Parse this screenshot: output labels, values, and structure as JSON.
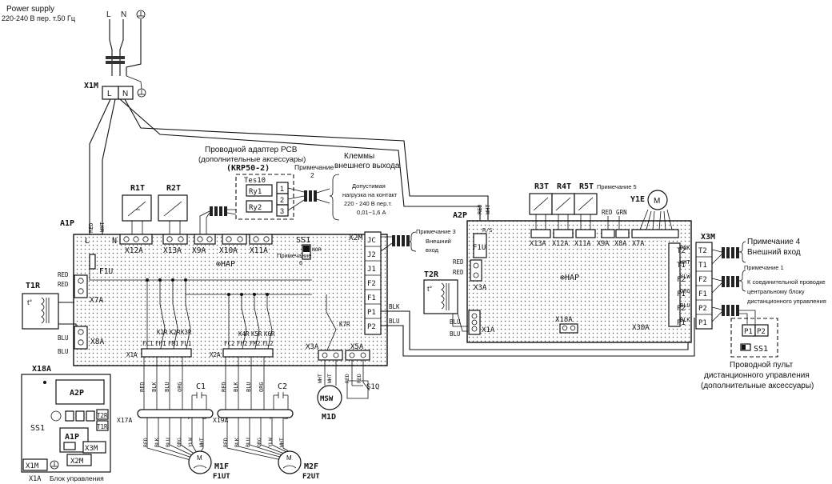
{
  "power": {
    "title_line1": "Power supply",
    "title_line2": "220-240 В пер. т.50 Гц",
    "phase_L": "L",
    "phase_N": "N",
    "x1m": "X1M"
  },
  "adapter": {
    "title_line1": "Проводной адаптер PCB",
    "title_line2": "(дополнительные аксессуары)",
    "model": "(KRP50-2)",
    "tes10": "Tes10",
    "ry1": "Ry1",
    "ry2": "Ry2",
    "pins": [
      "1",
      "2",
      "3"
    ],
    "note2_line1": "Примечание",
    "note2_line2": "2"
  },
  "output_terminals": {
    "title_line1": "Клеммы",
    "title_line2": "внешнего выхода",
    "load_line1": "Допустимая",
    "load_line2": "нагрузка на контакт",
    "load_line3": "220 - 240 В пер.т.",
    "load_line4": "0,01~1,6 А"
  },
  "a1p": {
    "label": "A1P",
    "hap": "⊗HAP",
    "fuse": "F1U",
    "connectors": [
      "X12A",
      "X13A",
      "X9A",
      "X10A",
      "X11A"
    ],
    "sensors": [
      "R1T",
      "R2T"
    ],
    "ss1": "SS1",
    "nor": "NOR",
    "note_switch": "Примечание",
    "note_switch_num": "6",
    "x2m": "X2M",
    "terminals": [
      "JC",
      "J2",
      "J1",
      "F2",
      "F1",
      "P1",
      "P2"
    ],
    "note3_line1": "Примечание 3",
    "note3_line2": "Внешний",
    "note3_line3": "вход",
    "x7a": "X7A",
    "x8a": "X8A",
    "x1a": "X1A",
    "x2a": "X2A",
    "x3a": "X3A",
    "x5a": "X5A",
    "x7r": "K7R",
    "relays_left": [
      "K1R",
      "K2R",
      "K3R"
    ],
    "relays_right": [
      "K4R",
      "K5R",
      "K6R"
    ],
    "pins_left": [
      "FC1",
      "FH1",
      "FM1",
      "FL1"
    ],
    "pins_right": [
      "FC2",
      "FH2",
      "FM2",
      "FL2"
    ],
    "wire_L": "L",
    "wire_N": "N",
    "red": "RED",
    "wht": "WHT",
    "blk": "BLK",
    "blu": "BLU",
    "org": "ORG",
    "ylw": "YLW"
  },
  "t1r": {
    "label": "T1R",
    "symbol": "t°"
  },
  "t2r": {
    "label": "T2R",
    "symbol": "t°"
  },
  "a2p": {
    "label": "A2P",
    "hap": "⊗HAP",
    "fuse": "F1U",
    "rs": "R/S",
    "sensors": [
      "R3T",
      "R4T",
      "R5T"
    ],
    "note5": "Примечание 5",
    "connectors": [
      "X13A",
      "X12A",
      "X11A",
      "X9A",
      "X8A",
      "X7A"
    ],
    "x3a": "X3A",
    "x1a": "X1A",
    "x18a": "X18A",
    "x30a": "X30A",
    "y1e": "Y1E",
    "m": "M",
    "red_grn": "RED GRN",
    "side_terms": [
      "T2",
      "T1",
      "F2",
      "F1",
      "P2",
      "P1"
    ],
    "side_colors": [
      "PNK",
      "WHT",
      "YLW",
      "ORG",
      "BLU",
      "BLK"
    ]
  },
  "x3m": {
    "label": "X3M",
    "terms": [
      "T2",
      "T1",
      "F2",
      "F1",
      "P2",
      "P1"
    ],
    "note4_line1": "Примечание 4",
    "note4_line2": "Внешний вход",
    "note1_line1": "Примечание 1",
    "note1_line2": "К соединительной проводке",
    "note1_line3": "центральному блоку",
    "note1_line4": "дистанционного управления"
  },
  "remote": {
    "p1": "P1",
    "p2": "P2",
    "ss1": "SS1",
    "title_line1": "Проводной пульт",
    "title_line2": "дистанционного управления",
    "title_line3": "(дополнительные аксессуары)"
  },
  "motors": {
    "c1": "C1",
    "c2": "C2",
    "x17a": "X17A",
    "x19a": "X19A",
    "m1f": "M1F",
    "f1ut": "F1UT",
    "m2f": "M2F",
    "f2ut": "F2UT",
    "msw": "MSW",
    "m1d": "M1D",
    "s1q": "S1Q",
    "m": "M"
  },
  "control_box": {
    "x18a": "X18A",
    "a2p": "A2P",
    "ss1": "SS1",
    "a1p": "A1P",
    "x3m": "X3M",
    "x1m": "X1M",
    "x2m": "X2M",
    "x1a": "X1A",
    "t2r": "T2R",
    "t1r": "T1R",
    "caption": "Блок управления"
  }
}
